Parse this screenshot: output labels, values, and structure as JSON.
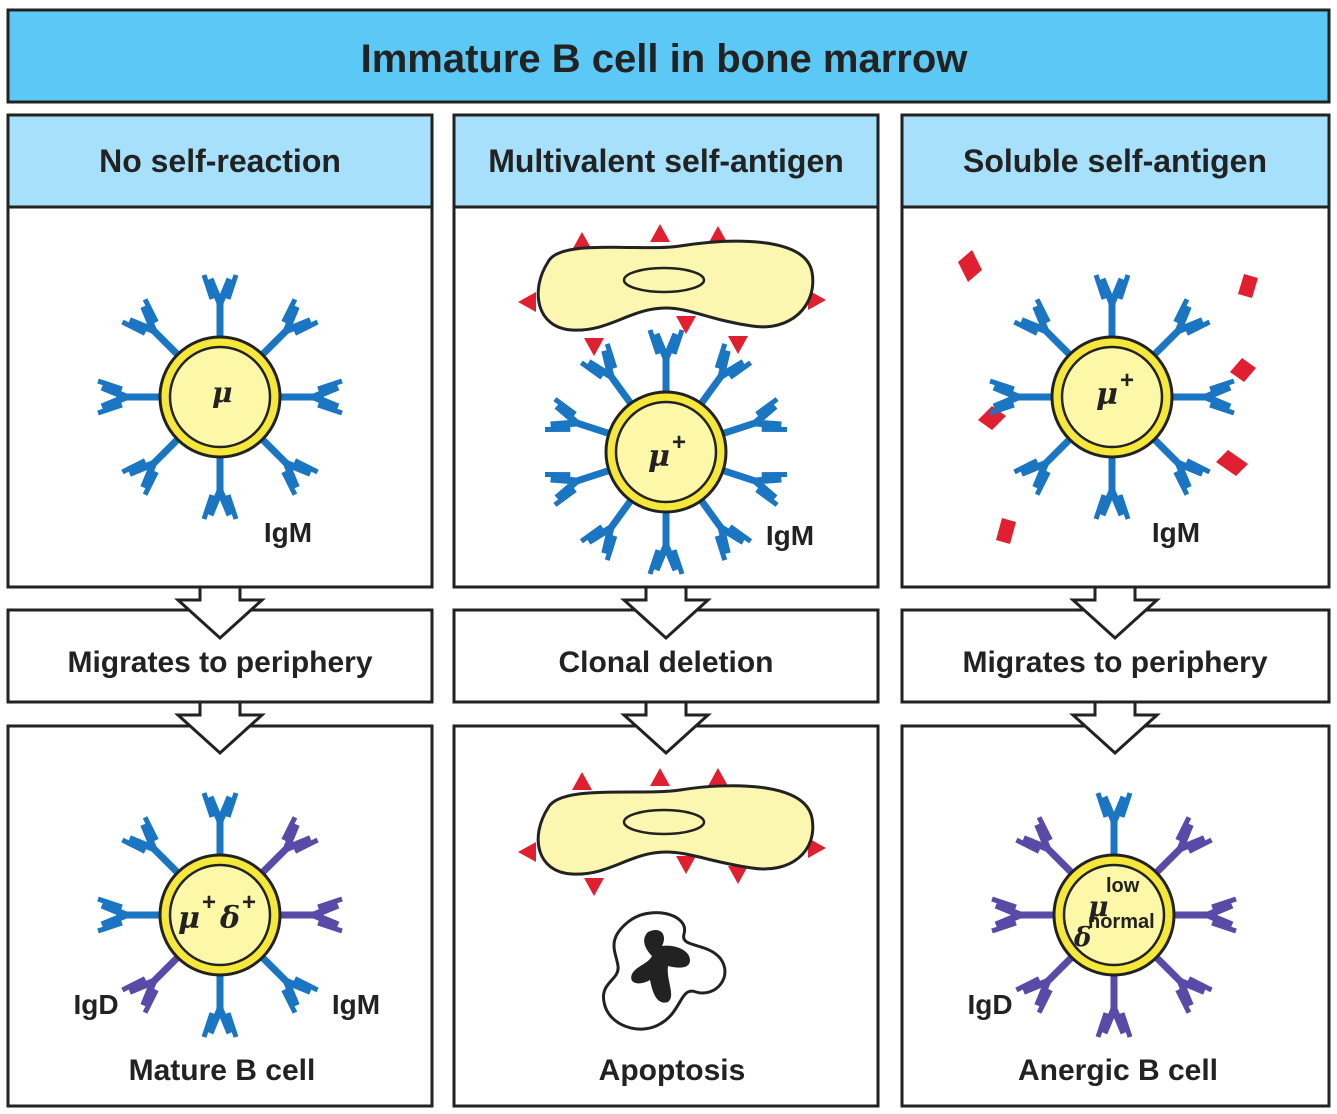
{
  "title": "Immature B cell in bone marrow",
  "columns": [
    {
      "header": "No self-reaction",
      "top_cell": {
        "mu": "μ",
        "mu_sup": "",
        "receptor_label": "IgM"
      },
      "step": "Migrates to periphery",
      "bottom_cell": {
        "mu": "μ",
        "mu_sup": "+",
        "delta": "δ",
        "delta_sup": "+",
        "left_label": "IgD",
        "right_label": "IgM",
        "caption": "Mature B cell"
      }
    },
    {
      "header": "Multivalent self-antigen",
      "top_cell": {
        "mu": "μ",
        "mu_sup": "+",
        "receptor_label": "IgM"
      },
      "step": "Clonal deletion",
      "bottom_cell": {
        "caption": "Apoptosis"
      }
    },
    {
      "header": "Soluble self-antigen",
      "top_cell": {
        "mu": "μ",
        "mu_sup": "+",
        "receptor_label": "IgM"
      },
      "step": "Migrates to periphery",
      "bottom_cell": {
        "mu": "μ",
        "mu_sup": "low",
        "delta": "δ",
        "delta_sup": "normal",
        "left_label": "IgD",
        "caption": "Anergic B cell"
      }
    }
  ],
  "colors": {
    "title_bg": "#5bc8f5",
    "header_bg": "#a6e0fb",
    "cell_outer": "#f5e83a",
    "cell_inner": "#fdf7a8",
    "igm": "#1a75c2",
    "igd": "#5a4aa8",
    "antigen": "#e02030",
    "stromal": "#fbf6b0",
    "outline": "#222222"
  },
  "icons": [
    "b-cell-icon",
    "igm-receptor-icon",
    "igd-receptor-icon",
    "stromal-cell-icon",
    "self-antigen-icon",
    "apoptotic-cell-icon"
  ]
}
